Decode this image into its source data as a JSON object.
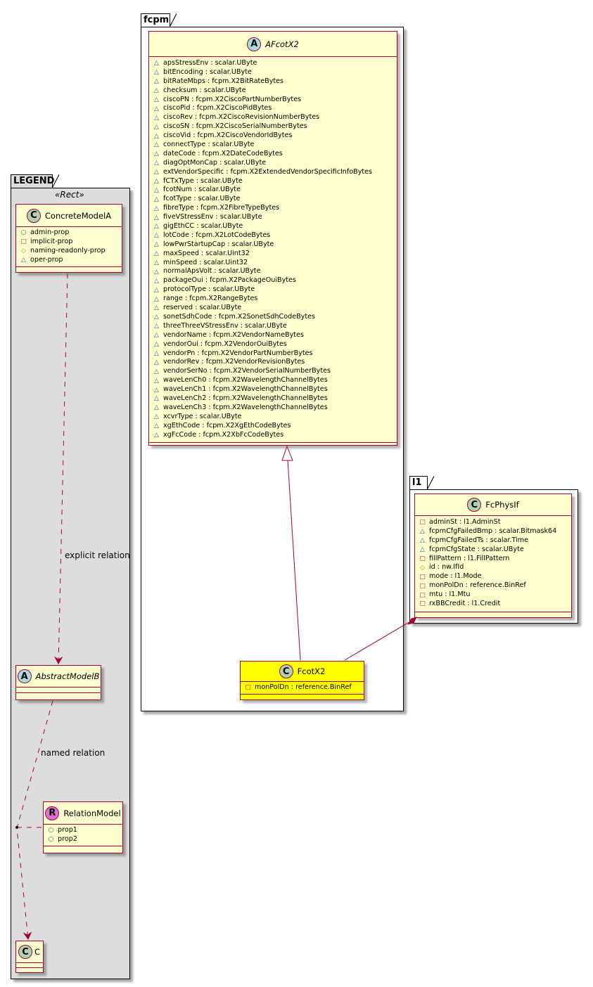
{
  "diagram": {
    "type": "uml-class-diagram",
    "colors": {
      "class_fill": "#fefece",
      "class_border": "#a80036",
      "highlight_fill": "#ffff00",
      "legend_fill": "#dddddd",
      "edge": "#a80036"
    },
    "visibility_icons": {
      "protected": "△",
      "private": "□",
      "package": "◇",
      "public": "○"
    }
  },
  "packages": {
    "legend": {
      "name": "LEGEND",
      "stereotype": "«Rect»"
    },
    "fcpm": {
      "name": "fcpm"
    },
    "l1": {
      "name": "l1"
    }
  },
  "classes": {
    "afcotx2": {
      "badge": "A",
      "name": "AFcotX2",
      "attributes": [
        {
          "vis": "△",
          "text": "apsStressEnv : scalar.UByte"
        },
        {
          "vis": "△",
          "text": "bitEncoding : scalar.UByte"
        },
        {
          "vis": "△",
          "text": "bitRateMbps : fcpm.X2BitRateBytes"
        },
        {
          "vis": "△",
          "text": "checksum : scalar.UByte"
        },
        {
          "vis": "△",
          "text": "ciscoPN : fcpm.X2CiscoPartNumberBytes"
        },
        {
          "vis": "△",
          "text": "ciscoPid : fcpm.X2CiscoPidBytes"
        },
        {
          "vis": "△",
          "text": "ciscoRev : fcpm.X2CiscoRevisionNumberBytes"
        },
        {
          "vis": "△",
          "text": "ciscoSN : fcpm.X2CiscoSerialNumberBytes"
        },
        {
          "vis": "△",
          "text": "ciscoVid : fcpm.X2CiscoVendorIdBytes"
        },
        {
          "vis": "△",
          "text": "connectType : scalar.UByte"
        },
        {
          "vis": "△",
          "text": "dateCode : fcpm.X2DateCodeBytes"
        },
        {
          "vis": "△",
          "text": "diagOptMonCap : scalar.UByte"
        },
        {
          "vis": "△",
          "text": "extVendorSpecific : fcpm.X2ExtendedVendorSpecificInfoBytes"
        },
        {
          "vis": "△",
          "text": "fCTxType : scalar.UByte"
        },
        {
          "vis": "△",
          "text": "fcotNum : scalar.UByte"
        },
        {
          "vis": "△",
          "text": "fcotType : scalar.UByte"
        },
        {
          "vis": "△",
          "text": "fibreType : fcpm.X2FibreTypeBytes"
        },
        {
          "vis": "△",
          "text": "fiveVStressEnv : scalar.UByte"
        },
        {
          "vis": "△",
          "text": "gigEthCC : scalar.UByte"
        },
        {
          "vis": "△",
          "text": "lotCode : fcpm.X2LotCodeBytes"
        },
        {
          "vis": "△",
          "text": "lowPwrStartupCap : scalar.UByte"
        },
        {
          "vis": "△",
          "text": "maxSpeed : scalar.Uint32"
        },
        {
          "vis": "△",
          "text": "minSpeed : scalar.Uint32"
        },
        {
          "vis": "△",
          "text": "normalApsVolt : scalar.UByte"
        },
        {
          "vis": "△",
          "text": "packageOui : fcpm.X2PackageOuiBytes"
        },
        {
          "vis": "△",
          "text": "protocolType : scalar.UByte"
        },
        {
          "vis": "△",
          "text": "range : fcpm.X2RangeBytes"
        },
        {
          "vis": "△",
          "text": "reserved : scalar.UByte"
        },
        {
          "vis": "△",
          "text": "sonetSdhCode : fcpm.X2SonetSdhCodeBytes"
        },
        {
          "vis": "△",
          "text": "threeThreeVStressEnv : scalar.UByte"
        },
        {
          "vis": "△",
          "text": "vendorName : fcpm.X2VendorNameBytes"
        },
        {
          "vis": "△",
          "text": "vendorOui : fcpm.X2VendorOuiBytes"
        },
        {
          "vis": "△",
          "text": "vendorPn : fcpm.X2VendorPartNumberBytes"
        },
        {
          "vis": "△",
          "text": "vendorRev : fcpm.X2VendorRevisionBytes"
        },
        {
          "vis": "△",
          "text": "vendorSerNo : fcpm.X2VendorSerialNumberBytes"
        },
        {
          "vis": "△",
          "text": "waveLenCh0 : fcpm.X2WavelengthChannelBytes"
        },
        {
          "vis": "△",
          "text": "waveLenCh1 : fcpm.X2WavelengthChannelBytes"
        },
        {
          "vis": "△",
          "text": "waveLenCh2 : fcpm.X2WavelengthChannelBytes"
        },
        {
          "vis": "△",
          "text": "waveLenCh3 : fcpm.X2WavelengthChannelBytes"
        },
        {
          "vis": "△",
          "text": "xcvrType : scalar.UByte"
        },
        {
          "vis": "△",
          "text": "xgEthCode : fcpm.X2XgEthCodeBytes"
        },
        {
          "vis": "△",
          "text": "xgFcCode : fcpm.X2XbFcCodeBytes"
        }
      ]
    },
    "fcotx2": {
      "badge": "C",
      "name": "FcotX2",
      "attributes": [
        {
          "vis": "□",
          "text": "monPolDn : reference.BinRef"
        }
      ]
    },
    "fcphysif": {
      "badge": "C",
      "name": "FcPhysIf",
      "attributes": [
        {
          "vis": "□",
          "text": "adminSt : l1.AdminSt"
        },
        {
          "vis": "△",
          "text": "fcpmCfgFailedBmp : scalar.Bitmask64"
        },
        {
          "vis": "△",
          "text": "fcpmCfgFailedTs : scalar.Time"
        },
        {
          "vis": "△",
          "text": "fcpmCfgState : scalar.UByte"
        },
        {
          "vis": "□",
          "text": "fillPattern : l1.FillPattern"
        },
        {
          "vis": "◇",
          "text": "id : nw.IfId"
        },
        {
          "vis": "□",
          "text": "mode : l1.Mode"
        },
        {
          "vis": "□",
          "text": "monPolDn : reference.BinRef"
        },
        {
          "vis": "□",
          "text": "mtu : l1.Mtu"
        },
        {
          "vis": "□",
          "text": "rxBBCredit : l1.Credit"
        }
      ]
    },
    "concretemodela": {
      "badge": "C",
      "name": "ConcreteModelA",
      "attributes": [
        {
          "vis": "○",
          "text": "admin-prop"
        },
        {
          "vis": "□",
          "text": "implicit-prop"
        },
        {
          "vis": "◇",
          "text": "naming-readonly-prop"
        },
        {
          "vis": "△",
          "text": "oper-prop"
        }
      ]
    },
    "abstractmodelb": {
      "badge": "A",
      "name": "AbstractModelB",
      "attributes": []
    },
    "relationmodel": {
      "badge": "R",
      "name": "RelationModel",
      "attributes": [
        {
          "vis": "○",
          "text": "prop1"
        },
        {
          "vis": "○",
          "text": "prop2"
        }
      ]
    },
    "c": {
      "badge": "C",
      "name": "C",
      "attributes": []
    }
  },
  "relations": {
    "explicit": {
      "label": "explicit relation",
      "from": "ConcreteModelA",
      "to": "AbstractModelB",
      "kind": "dependency"
    },
    "named": {
      "label": "named relation",
      "from": "AbstractModelB",
      "to": "C",
      "kind": "dependency",
      "association_class": "RelationModel"
    },
    "inheritance": {
      "label": "",
      "from": "FcotX2",
      "to": "AFcotX2",
      "kind": "generalization"
    },
    "composition": {
      "label": "",
      "from": "FcPhysIf",
      "to": "FcotX2",
      "kind": "composition"
    }
  }
}
